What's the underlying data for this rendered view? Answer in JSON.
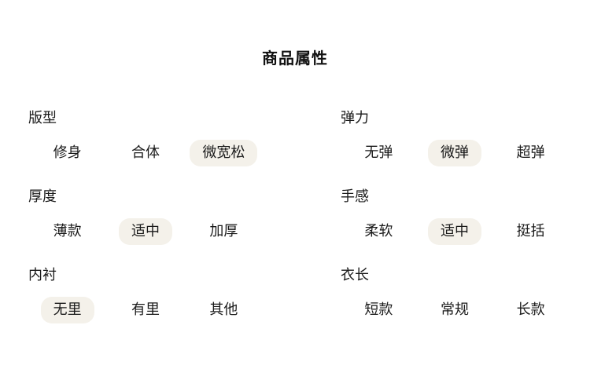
{
  "panel": {
    "title": "商品属性"
  },
  "attributes": [
    {
      "label": "版型",
      "options": [
        {
          "label": "修身",
          "selected": false
        },
        {
          "label": "合体",
          "selected": false
        },
        {
          "label": "微宽松",
          "selected": true
        }
      ]
    },
    {
      "label": "弹力",
      "options": [
        {
          "label": "无弹",
          "selected": false
        },
        {
          "label": "微弹",
          "selected": true
        },
        {
          "label": "超弹",
          "selected": false
        }
      ]
    },
    {
      "label": "厚度",
      "options": [
        {
          "label": "薄款",
          "selected": false
        },
        {
          "label": "适中",
          "selected": true
        },
        {
          "label": "加厚",
          "selected": false
        }
      ]
    },
    {
      "label": "手感",
      "options": [
        {
          "label": "柔软",
          "selected": false
        },
        {
          "label": "适中",
          "selected": true
        },
        {
          "label": "挺括",
          "selected": false
        }
      ]
    },
    {
      "label": "内衬",
      "options": [
        {
          "label": "无里",
          "selected": true
        },
        {
          "label": "有里",
          "selected": false
        },
        {
          "label": "其他",
          "selected": false
        }
      ]
    },
    {
      "label": "衣长",
      "options": [
        {
          "label": "短款",
          "selected": false
        },
        {
          "label": "常规",
          "selected": false
        },
        {
          "label": "长款",
          "selected": false
        }
      ]
    }
  ],
  "colors": {
    "background": "#ffffff",
    "text": "#1a1a1a",
    "selected_pill": "#f4f1ea"
  }
}
